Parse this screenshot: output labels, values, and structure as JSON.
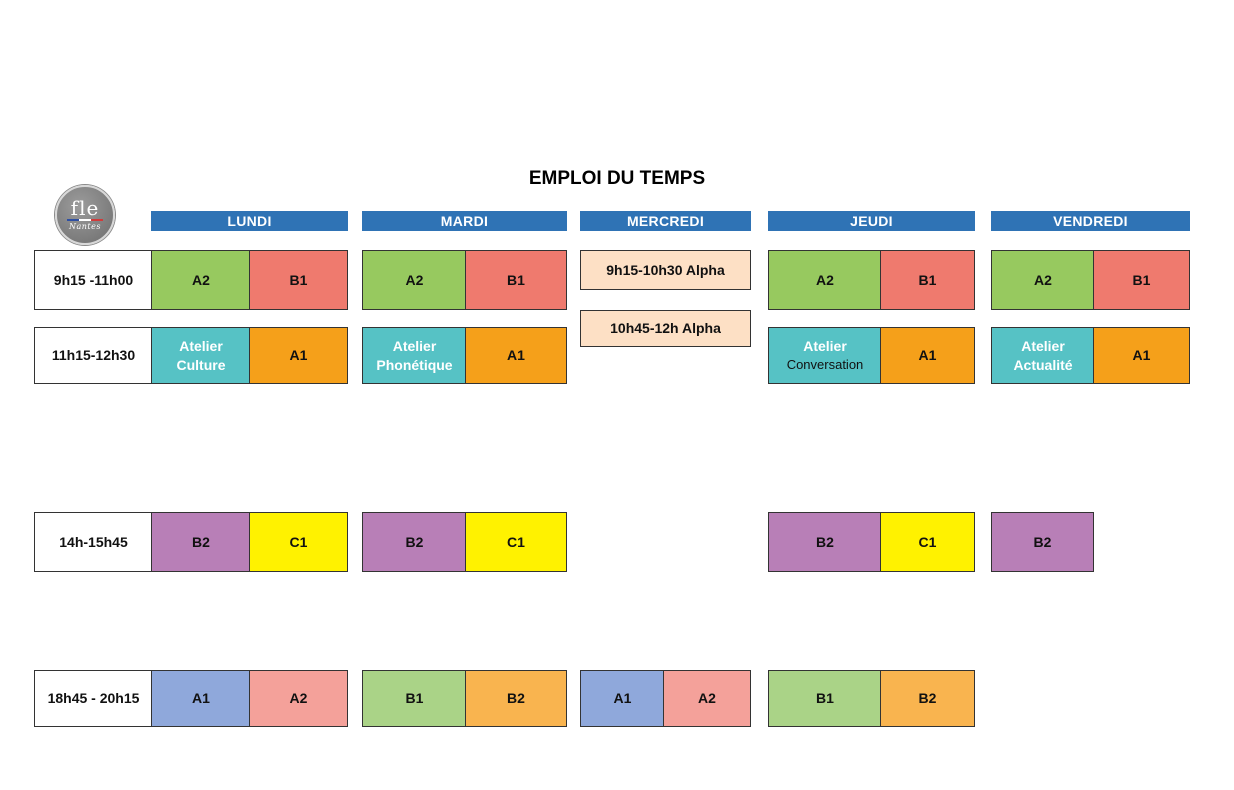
{
  "title": "EMPLOI DU TEMPS",
  "logo": {
    "text": "fle",
    "sub": "Nantes"
  },
  "days": [
    "LUNDI",
    "MARDI",
    "MERCREDI",
    "JEUDI",
    "VENDREDI"
  ],
  "times": [
    "9h15 -11h00",
    "11h15-12h30",
    "14h-15h45",
    "18h45 - 20h15"
  ],
  "mercredi_morning": [
    "9h15-10h30 Alpha",
    "10h45-12h Alpha"
  ],
  "levels": {
    "a1": "A1",
    "a2": "A2",
    "b1": "B1",
    "b2": "B2",
    "c1": "C1"
  },
  "ateliers": {
    "lundi": [
      "Atelier",
      "Culture"
    ],
    "mardi": [
      "Atelier",
      "Phonétique"
    ],
    "jeudi": [
      "Atelier",
      "Conversation"
    ],
    "vendredi": [
      "Atelier",
      "Actualité"
    ]
  },
  "colors": {
    "header_blue": "#2f73b5",
    "green": "#97c95f",
    "red": "#ef7a6e",
    "teal": "#56c2c5",
    "orange": "#f5a01a",
    "purple": "#b87fb7",
    "yellow": "#fff200",
    "blue_light": "#8fa8db",
    "pink_light": "#f4a19a",
    "green_light": "#aad387",
    "orange_light": "#f9b44f",
    "peach": "#fde0c5"
  }
}
